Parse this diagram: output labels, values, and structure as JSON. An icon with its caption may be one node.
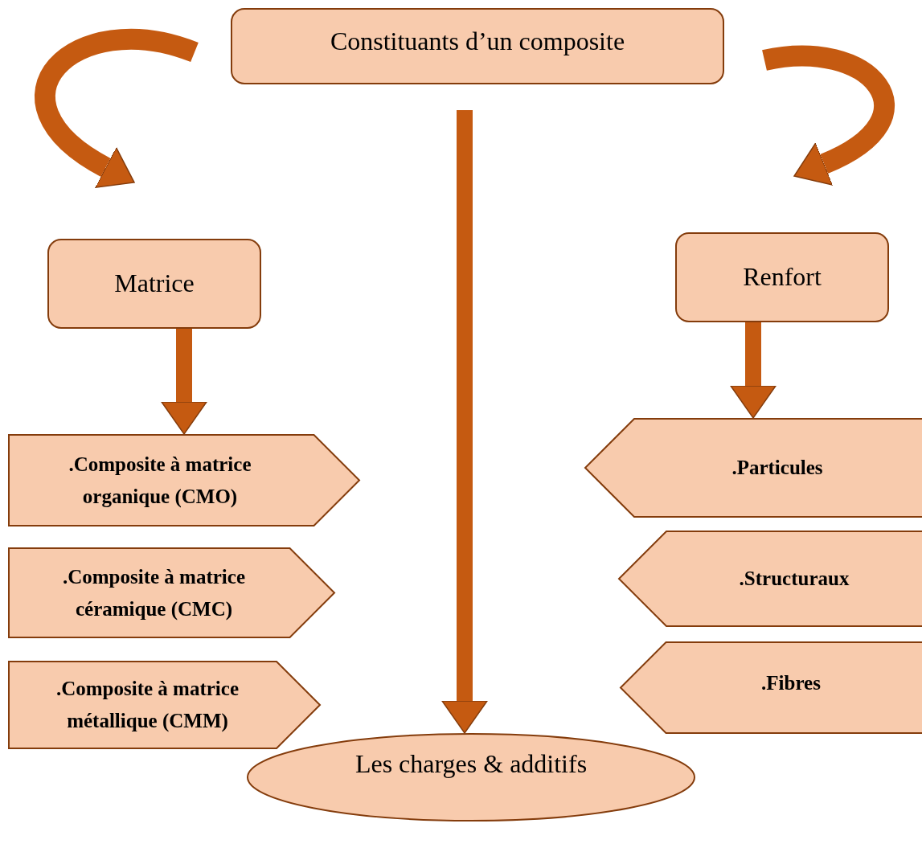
{
  "diagram": {
    "nodes": [
      {
        "text": [
          "Constituants d’un composite"
        ]
      },
      {
        "text": [
          "Matrice"
        ]
      },
      {
        "text": [
          "Renfort"
        ]
      },
      {
        "text": [
          ".Composite à matrice organique (CMO)"
        ]
      },
      {
        "text": [
          ".Composite à matrice céramique (CMC)"
        ]
      },
      {
        "text": [
          ".Composite à matrice métallique (CMM)"
        ]
      },
      {
        "text": [
          ".Particules"
        ]
      },
      {
        "text": [
          ".Structuraux"
        ]
      },
      {
        "text": [
          ".Fibres"
        ]
      },
      {
        "text": [
          "Les charges & additifs"
        ]
      }
    ],
    "edges": [
      {
        "from": 0,
        "to": 1,
        "arrow": "to"
      },
      {
        "from": 0,
        "to": 2,
        "arrow": "to"
      },
      {
        "from": 0,
        "to": 9,
        "arrow": "to"
      },
      {
        "from": 1,
        "to": 3,
        "arrow": "to"
      },
      {
        "from": 2,
        "to": 6,
        "arrow": "to"
      }
    ]
  }
}
